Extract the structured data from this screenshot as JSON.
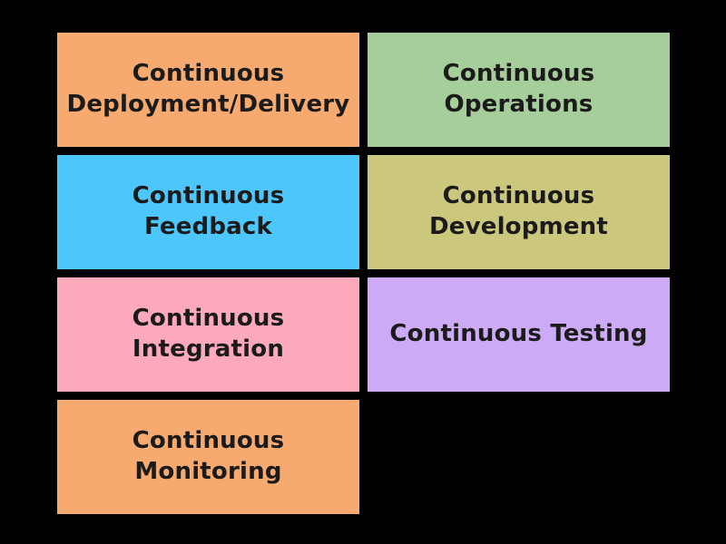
{
  "board": {
    "background_color": "#000000",
    "text_color": "#1b1b1b",
    "columns": 2,
    "rows": 4
  },
  "tiles": [
    {
      "label": "Continuous Deployment/Delivery",
      "color": "#F6AA70"
    },
    {
      "label": "Continuous Operations",
      "color": "#A5CE9A"
    },
    {
      "label": "Continuous Feedback",
      "color": "#4DC7FB"
    },
    {
      "label": "Continuous Development",
      "color": "#CBC87D"
    },
    {
      "label": "Continuous Integration",
      "color": "#FDA9BC"
    },
    {
      "label": "Continuous Testing",
      "color": "#CDAAF6"
    },
    {
      "label": "Continuous Monitoring",
      "color": "#F6AA70"
    }
  ]
}
